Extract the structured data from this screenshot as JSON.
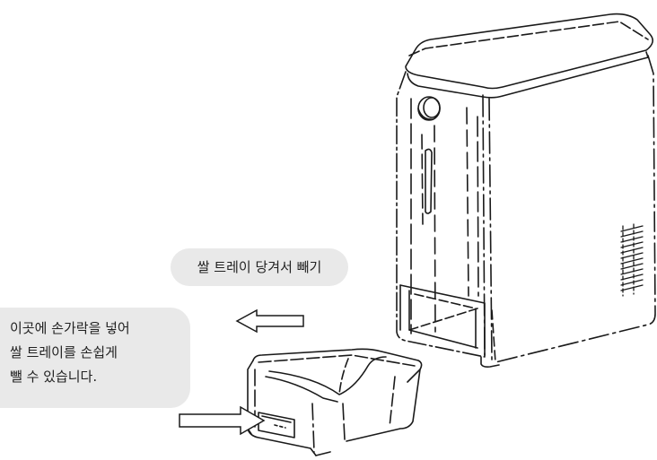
{
  "diagram": {
    "callouts": {
      "pull_tray": "쌀 트레이 당겨서 빼기",
      "finger_tip": [
        "이곳에 손가락을 넣어",
        "쌀 트레이를 손쉽게",
        "뺄 수 있습니다."
      ]
    },
    "colors": {
      "line": "#1a1a1a",
      "callout_background": "#e9e9e9",
      "text": "#222222",
      "arrow_fill": "#ffffff"
    }
  }
}
